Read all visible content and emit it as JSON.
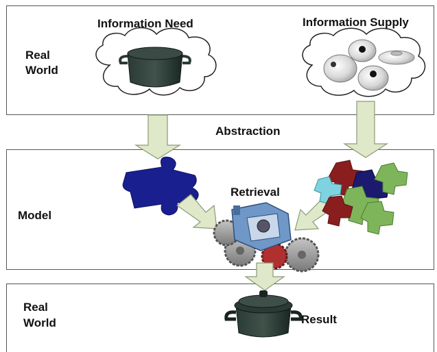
{
  "top_band": {
    "label_line1": "Real",
    "label_line2": "World"
  },
  "info_need": {
    "title": "Information Need"
  },
  "info_supply": {
    "title": "Information Supply"
  },
  "abstraction": {
    "label": "Abstraction"
  },
  "mid_band": {
    "label": "Model"
  },
  "retrieval": {
    "label": "Retrieval"
  },
  "bottom_band": {
    "label_line1": "Real",
    "label_line2": "World",
    "result_label": "Result"
  },
  "colors": {
    "arrow_fill": "#dfe8c8",
    "arrow_stroke": "#8a9a78",
    "puzzle_blue": "#1a1f8f",
    "puzzle_green": "#7fb55a",
    "puzzle_red": "#8a1e1e",
    "puzzle_cyan": "#7fd3e0",
    "puzzle_navy": "#1b1a6e",
    "pot_dark": "#1f2e2a",
    "machine_blue": "#6f98c8",
    "gear_gray": "#9a9a9a"
  }
}
